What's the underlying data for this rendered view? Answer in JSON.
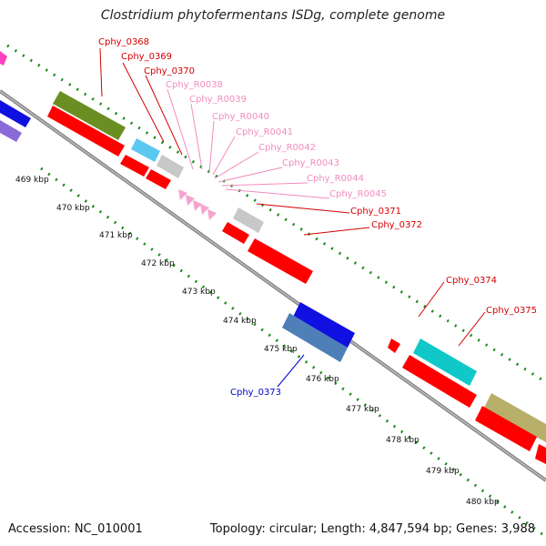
{
  "title": "Clostridium phytofermentans ISDg, complete genome",
  "accession": "Accession: NC_010001",
  "topology": "Topology: circular; Length: 4,847,594 bp; Genes: 3,988",
  "ticks": [
    "469 kbp",
    "470 kbp",
    "471 kbp",
    "472 kbp",
    "473 kbp",
    "474 kbp",
    "475 kbp",
    "476 kbp",
    "477 kbp",
    "478 kbp",
    "479 kbp",
    "480 kbp"
  ],
  "genes": [
    {
      "label": "Cphy_0368",
      "color": "#d40000"
    },
    {
      "label": "Cphy_0369",
      "color": "#d40000"
    },
    {
      "label": "Cphy_0370",
      "color": "#d40000"
    },
    {
      "label": "Cphy_R0038",
      "color": "#f28cc0"
    },
    {
      "label": "Cphy_R0039",
      "color": "#f28cc0"
    },
    {
      "label": "Cphy_R0040",
      "color": "#f28cc0"
    },
    {
      "label": "Cphy_R0041",
      "color": "#f28cc0"
    },
    {
      "label": "Cphy_R0042",
      "color": "#f28cc0"
    },
    {
      "label": "Cphy_R0043",
      "color": "#f28cc0"
    },
    {
      "label": "Cphy_R0044",
      "color": "#f28cc0"
    },
    {
      "label": "Cphy_R0045",
      "color": "#f28cc0"
    },
    {
      "label": "Cphy_0371",
      "color": "#d40000"
    },
    {
      "label": "Cphy_0372",
      "color": "#d40000"
    },
    {
      "label": "Cphy_0374",
      "color": "#d40000"
    },
    {
      "label": "Cphy_0375",
      "color": "#d40000"
    },
    {
      "label": "Cphy_0373",
      "color": "#0000cc"
    }
  ],
  "colors": {
    "backbone": "#888888",
    "tick_green": "#1a8a1a",
    "red": "#ff0000",
    "olive": "#6b8e23",
    "sky": "#5bc8f0",
    "grey": "#c8c8c8",
    "blue": "#1010e0",
    "steel": "#4f7fb8",
    "cyan": "#10c8c8",
    "khaki": "#b8b06a",
    "pink": "#f7a3cf",
    "purple": "#8a6ad8",
    "magenta": "#ff40c0"
  }
}
